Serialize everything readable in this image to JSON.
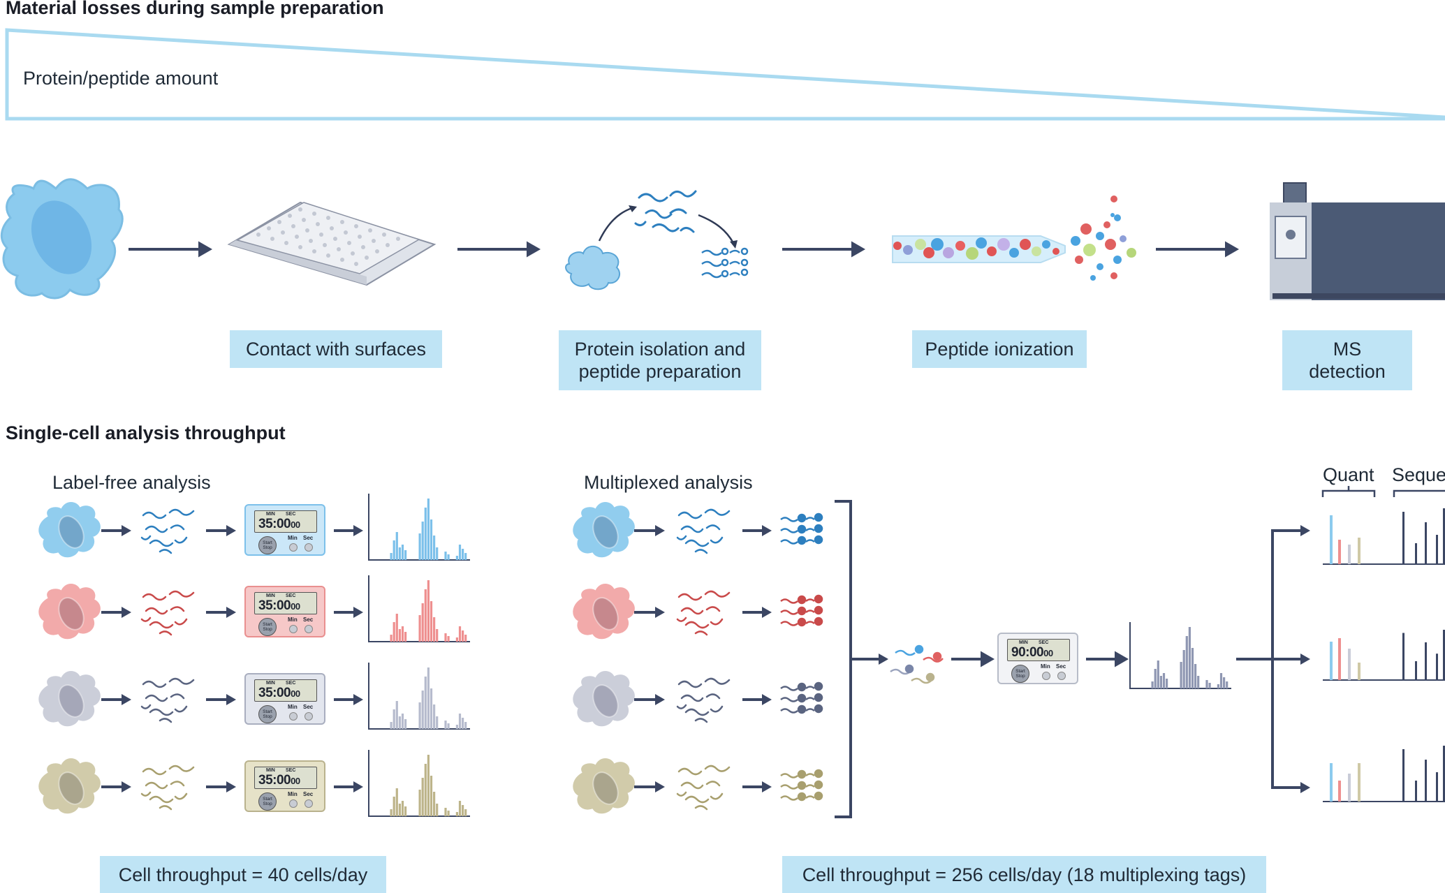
{
  "top_title": "Material losses during sample preparation",
  "wedge_label": "Protein/peptide amount",
  "steps": [
    {
      "label": "Contact with surfaces"
    },
    {
      "label": "Protein isolation and peptide preparation"
    },
    {
      "label": "Peptide ionization"
    },
    {
      "label": "MS detection"
    }
  ],
  "bottom_title": "Single-cell analysis throughput",
  "label_free": {
    "title": "Label-free analysis",
    "timer": {
      "min_label": "MIN",
      "sec_label": "SEC",
      "time": "35:00",
      "frac": "00",
      "start_stop": "Start Stop",
      "min_btn": "Min",
      "sec_btn": "Sec"
    },
    "throughput": "Cell throughput = 40 cells/day"
  },
  "multiplexed": {
    "title": "Multiplexed analysis",
    "timer": {
      "min_label": "MIN",
      "sec_label": "SEC",
      "time": "90:00",
      "frac": "00",
      "start_stop": "Start Stop",
      "min_btn": "Min",
      "sec_btn": "Sec"
    },
    "throughput": "Cell throughput = 256 cells/day (18 multiplexing tags)"
  },
  "spectra_labels": {
    "quant": "Quant",
    "sequence": "Seque"
  },
  "colors": {
    "blue": "#8ccbee",
    "red": "#f2a6a6",
    "gray": "#c9ccd8",
    "khaki": "#cfc9a6",
    "box": "#bfe4f5",
    "arrow": "#3b4663",
    "wedge": "#a9daf0"
  }
}
